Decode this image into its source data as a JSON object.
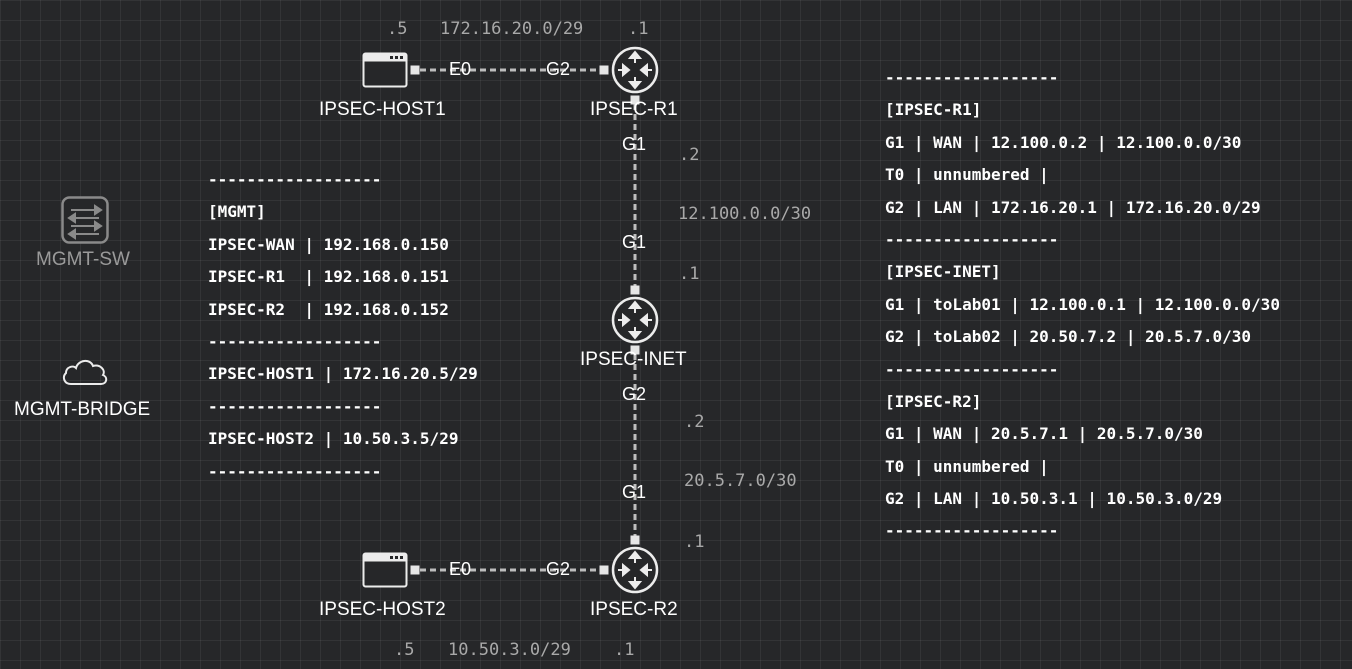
{
  "nodes": {
    "ipsec_host1": {
      "label": "IPSEC-HOST1"
    },
    "ipsec_r1": {
      "label": "IPSEC-R1"
    },
    "ipsec_inet": {
      "label": "IPSEC-INET"
    },
    "ipsec_r2": {
      "label": "IPSEC-R2"
    },
    "ipsec_host2": {
      "label": "IPSEC-HOST2"
    },
    "mgmt_sw": {
      "label": "MGMT-SW"
    },
    "mgmt_bridge": {
      "label": "MGMT-BRIDGE"
    }
  },
  "ports": {
    "host1_e0": "E0",
    "r1_g2": "G2",
    "r1_g1": "G1",
    "inet_g1": "G1",
    "inet_g2": "G2",
    "r2_g1": "G1",
    "host2_e0": "E0",
    "r2_g2": "G2"
  },
  "networks": {
    "top_host_octet": ".5",
    "top_subnet": "172.16.20.0/29",
    "top_router_octet": ".1",
    "wan1_r1_octet": ".2",
    "wan1_subnet": "12.100.0.0/30",
    "wan1_inet_octet": ".1",
    "wan2_inet_octet": ".2",
    "wan2_subnet": "20.5.7.0/30",
    "wan2_r2_octet": ".1",
    "bottom_host_octet": ".5",
    "bottom_subnet": "10.50.3.0/29",
    "bottom_router_octet": ".1"
  },
  "mgmt_table": [
    "------------------",
    "[MGMT]",
    "IPSEC-WAN | 192.168.0.150",
    "IPSEC-R1  | 192.168.0.151",
    "IPSEC-R2  | 192.168.0.152",
    "------------------",
    "IPSEC-HOST1 | 172.16.20.5/29",
    "------------------",
    "IPSEC-HOST2 | 10.50.3.5/29",
    "------------------"
  ],
  "router_table": [
    "------------------",
    "[IPSEC-R1]",
    "G1 | WAN | 12.100.0.2 | 12.100.0.0/30",
    "T0 | unnumbered |",
    "G2 | LAN | 172.16.20.1 | 172.16.20.0/29",
    "------------------",
    "[IPSEC-INET]",
    "G1 | toLab01 | 12.100.0.1 | 12.100.0.0/30",
    "G2 | toLab02 | 20.50.7.2 | 20.5.7.0/30",
    "------------------",
    "[IPSEC-R2]",
    "G1 | WAN | 20.5.7.1 | 20.5.7.0/30",
    "T0 | unnumbered |",
    "G2 | LAN | 10.50.3.1 | 10.50.3.0/29",
    "------------------"
  ],
  "colors": {
    "background": "#262729",
    "link": "#bdbdbd",
    "text": "#ffffff",
    "muted_text": "#a9a9a9",
    "disabled": "#9a9a9a"
  },
  "icons": {
    "ipsec_host1": "host-window-icon",
    "ipsec_host2": "host-window-icon",
    "ipsec_r1": "router-icon",
    "ipsec_inet": "router-icon",
    "ipsec_r2": "router-icon",
    "mgmt_sw": "switch-icon",
    "mgmt_bridge": "cloud-icon"
  }
}
